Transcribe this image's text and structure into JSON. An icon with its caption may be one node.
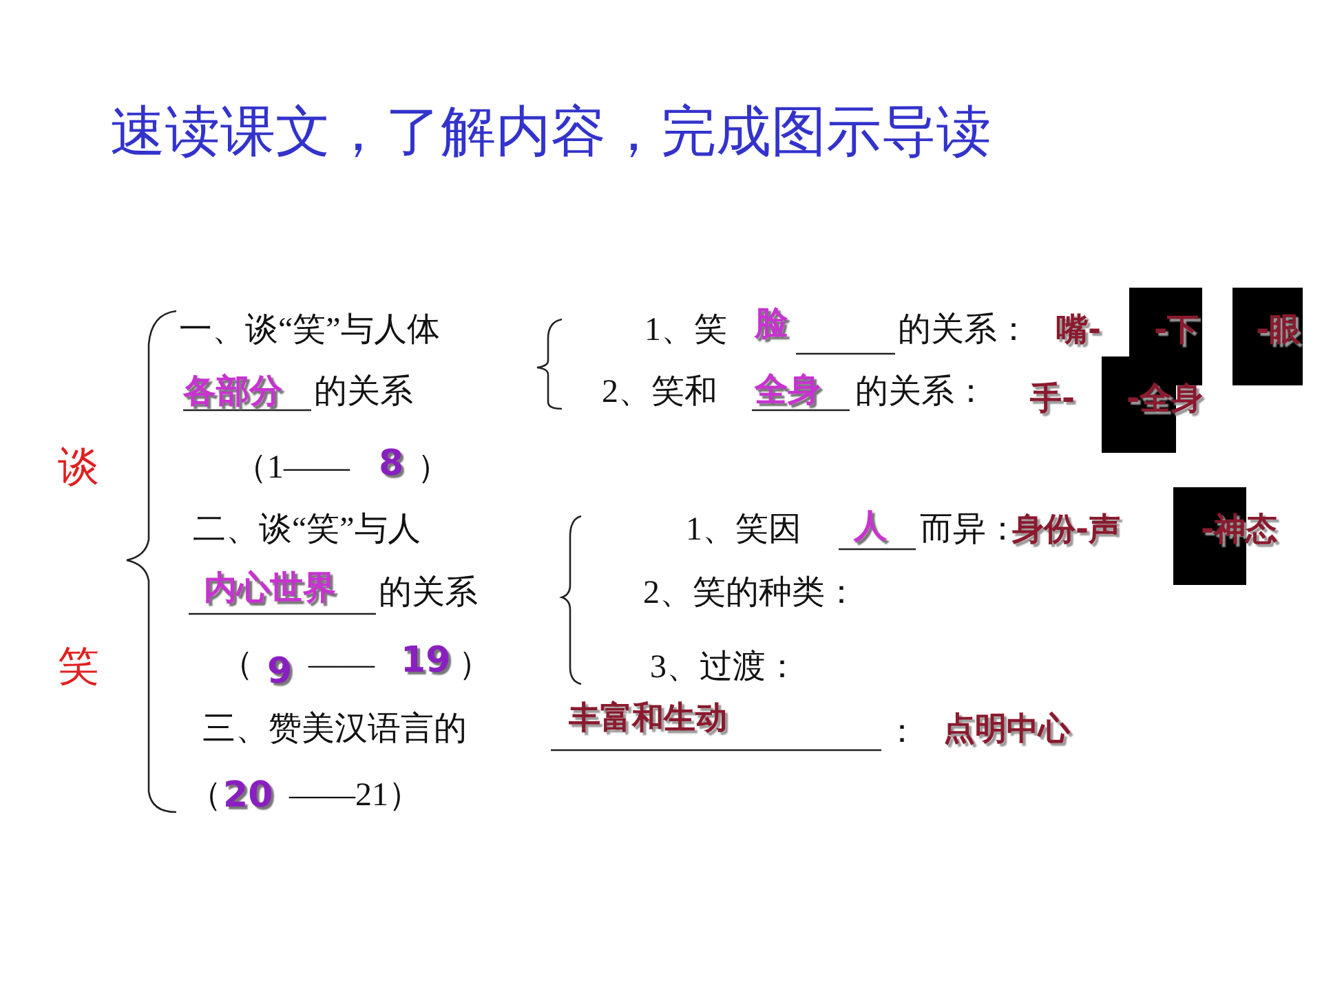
{
  "diagram": {
    "title": "速读课文，了解内容，完成图示导读",
    "labels": [
      "谈",
      "笑",
      "一、谈“笑”与人体",
      "1、笑",
      "脸",
      "的关系：",
      "嘴-",
      "-下",
      "-眼",
      "各部分",
      "的关系",
      "2、笑和",
      "全身",
      "的关系：",
      "手-",
      "-全身",
      "（1——",
      "8",
      "）",
      "二、谈“笑”与人",
      "1、笑因",
      "人",
      "而异：",
      "身份-声",
      "-神态",
      "内心世界",
      "的关系",
      "2、笑的种类：",
      "（",
      "9",
      "——",
      "19",
      "）",
      "3、过渡：",
      "三、赞美汉语言的",
      "丰富和生动",
      "：",
      "点明中心",
      "（",
      "20",
      "——21）"
    ]
  }
}
